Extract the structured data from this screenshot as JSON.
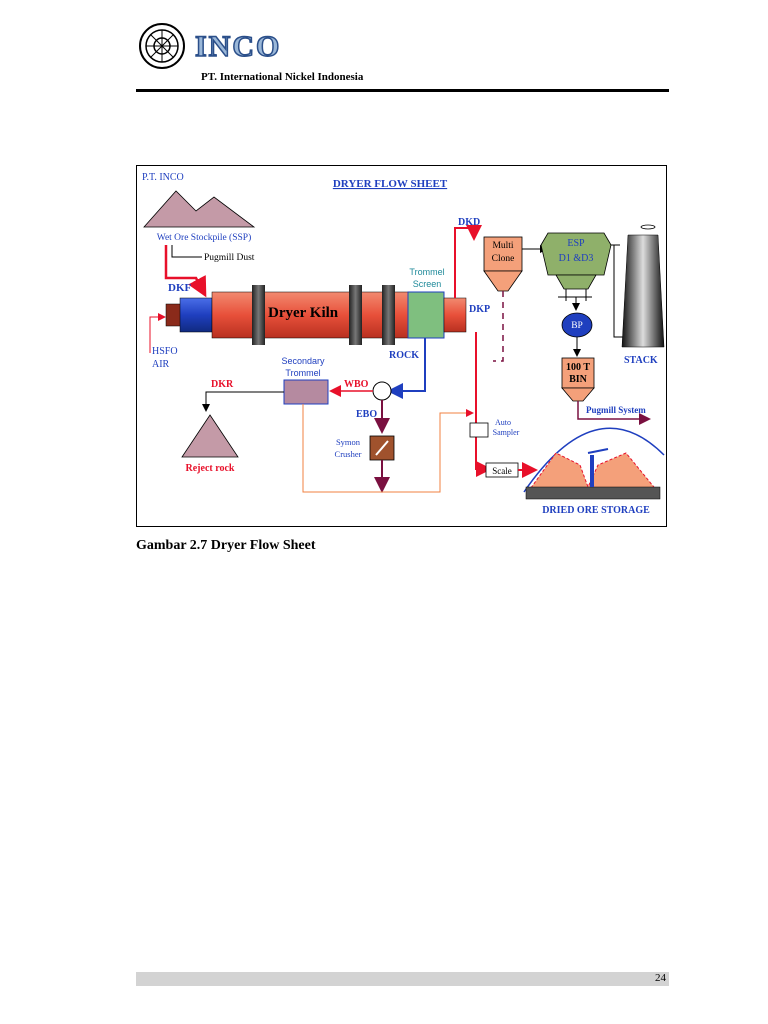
{
  "header": {
    "logo_text": "INCO",
    "company": "PT. International Nickel Indonesia"
  },
  "figure": {
    "title": "DRYER FLOW SHEET",
    "owner": "P.T. INCO",
    "labels": {
      "stockpile": "Wet Ore Stockpile (SSP)",
      "pugmill_dust": "Pugmill Dust",
      "dkf": "DKF",
      "kiln": "Dryer Kiln",
      "trommel_screen_1": "Trommel",
      "trommel_screen_2": "Screen",
      "hsfo": "HSFO",
      "air": "AIR",
      "rock": "ROCK",
      "dkp": "DKP",
      "dkd": "DKD",
      "multiclone_1": "Multi",
      "multiclone_2": "Clone",
      "esp_1": "ESP",
      "esp_2": "D1 &D3",
      "bp": "BP",
      "bin_1": "100 T",
      "bin_2": "BIN",
      "stack": "STACK",
      "pugmill_system": "Pugmill System",
      "secondary_trommel_1": "Secondary",
      "secondary_trommel_2": "Trommel",
      "wbo": "WBO",
      "dkr": "DKR",
      "ebo": "EBO",
      "reject_rock": "Reject rock",
      "symon_1": "Symon",
      "symon_2": "Crusher",
      "auto_1": "Auto",
      "auto_2": "Sampler",
      "scale": "Scale",
      "storage": "DRIED  ORE STORAGE"
    },
    "colors": {
      "title_blue": "#1f3fbf",
      "flow_red": "#e8102a",
      "kiln_red": "#e8614a",
      "hopper_salmon": "#f4a07a",
      "trommel_green": "#7fbf7f",
      "mountain": "#c49aa7"
    }
  },
  "caption": "Gambar  2.7   Dryer Flow Sheet",
  "footer": {
    "page_number": "24"
  }
}
